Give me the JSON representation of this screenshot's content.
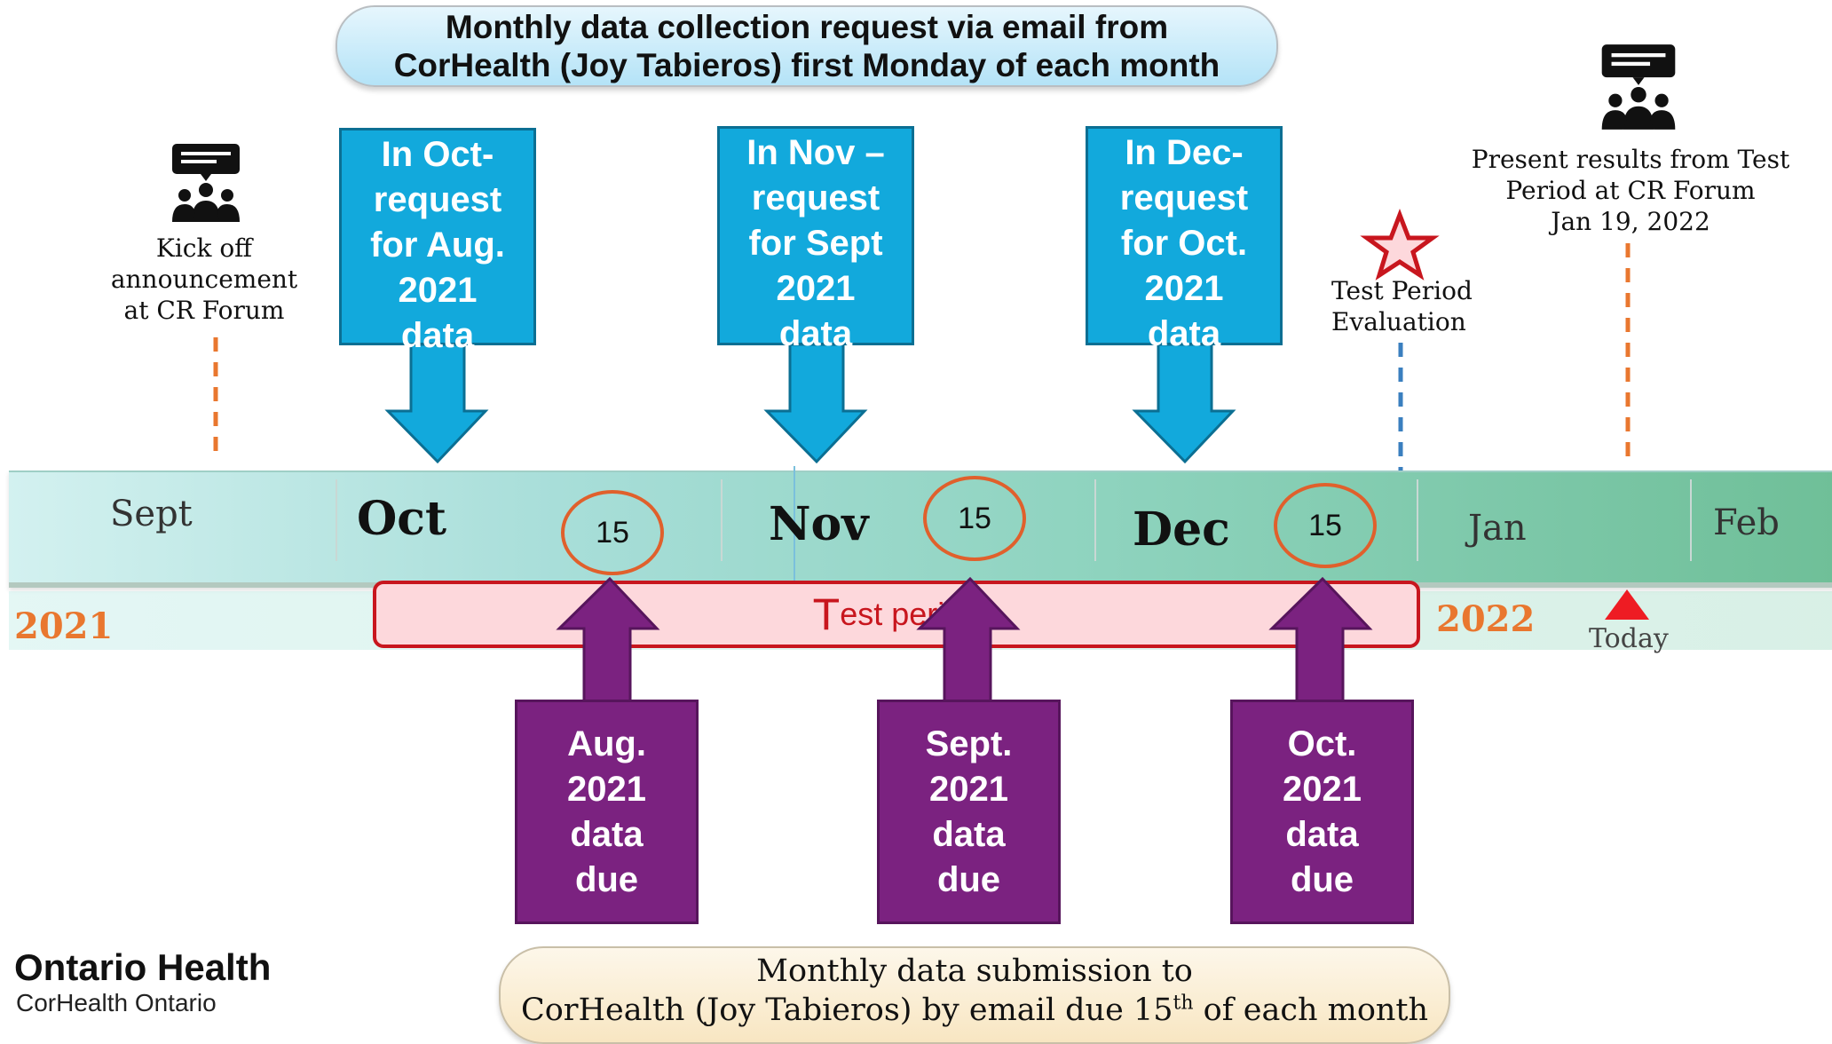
{
  "top_banner": {
    "line1": "Monthly data collection request via email  from",
    "line2": "CorHealth (Joy Tabieros) first Monday of each month"
  },
  "bottom_banner": {
    "line1": "Monthly data submission to",
    "line2_pre": "CorHealth (Joy Tabieros) by email due 15",
    "line2_sup": "th",
    "line2_post": " of each month"
  },
  "timeline": {
    "months": [
      "Sept",
      "Oct",
      "Nov",
      "Dec",
      "Jan",
      "Feb"
    ],
    "day_markers": [
      "15",
      "15",
      "15"
    ],
    "year_start": "2021",
    "year_end": "2022",
    "today_label": "Today",
    "test_period": {
      "first_letter": "T",
      "rest": "est period"
    }
  },
  "requests": [
    {
      "lines": [
        "In Oct-",
        "request",
        "for Aug.",
        "2021",
        "data"
      ]
    },
    {
      "lines": [
        "In Nov –",
        "request",
        "for Sept",
        "2021",
        "data"
      ]
    },
    {
      "lines": [
        "In Dec-",
        "request",
        "for Oct.",
        "2021",
        "data"
      ]
    }
  ],
  "dues": [
    {
      "lines": [
        "Aug.",
        "2021",
        "data",
        "due"
      ]
    },
    {
      "lines": [
        "Sept.",
        "2021",
        "data",
        "due"
      ]
    },
    {
      "lines": [
        "Oct.",
        "2021",
        "data",
        "due"
      ]
    }
  ],
  "events": {
    "kickoff": [
      "Kick off",
      "announcement",
      "at CR Forum"
    ],
    "evaluation": [
      "Test Period",
      "Evaluation"
    ],
    "present": [
      "Present results from Test",
      "Period at CR Forum",
      "Jan 19, 2022"
    ]
  },
  "logo": {
    "main": "Ontario Health",
    "sub": "CorHealth Ontario"
  },
  "colors": {
    "request_blue": "#12a9dc",
    "due_purple": "#7b2280",
    "circle_orange": "#e0602c",
    "test_red": "#c8161e",
    "year_orange": "#e9772f"
  },
  "icons": [
    "meeting-icon",
    "star-icon",
    "today-triangle-icon"
  ]
}
